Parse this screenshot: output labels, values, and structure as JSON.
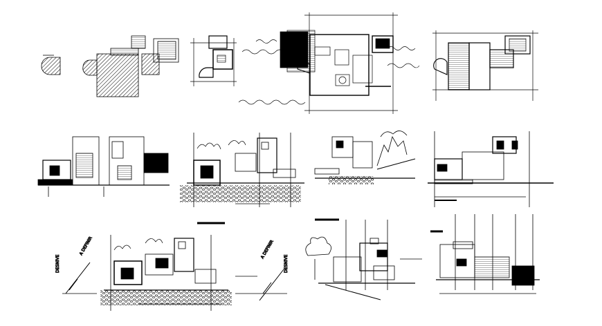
{
  "sheet": {
    "background": "#ffffff",
    "ink": "#000000"
  },
  "drawings": [
    {
      "id": "site-plan",
      "kind": "plan"
    },
    {
      "id": "ground-floor-plan",
      "kind": "plan"
    },
    {
      "id": "main-floor-plan",
      "kind": "plan"
    },
    {
      "id": "roof-plan",
      "kind": "plan"
    },
    {
      "id": "section-a",
      "kind": "section"
    },
    {
      "id": "front-elevation",
      "kind": "elevation"
    },
    {
      "id": "side-elevation-left",
      "kind": "elevation"
    },
    {
      "id": "section-b",
      "kind": "section"
    },
    {
      "id": "rear-elevation",
      "kind": "elevation"
    },
    {
      "id": "section-c",
      "kind": "section"
    },
    {
      "id": "side-elevation-right",
      "kind": "elevation"
    }
  ],
  "labels": {
    "desnivel_left": "DESNIVE",
    "desnivel_right": "DESNIVE",
    "slope_left": "A DEFINIR",
    "slope_right": "A DEFINIR"
  }
}
